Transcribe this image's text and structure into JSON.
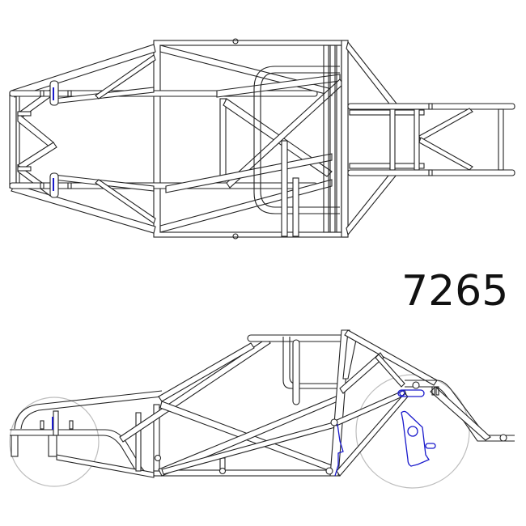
{
  "drawing": {
    "model_number": "7265",
    "views": [
      {
        "name": "top-view",
        "label": ""
      },
      {
        "name": "side-view",
        "label": ""
      }
    ],
    "colors": {
      "frame_line": "#222222",
      "bracket_highlight": "#1a1acc",
      "wheel_outline": "#bdbdbd",
      "background": "#ffffff"
    }
  }
}
